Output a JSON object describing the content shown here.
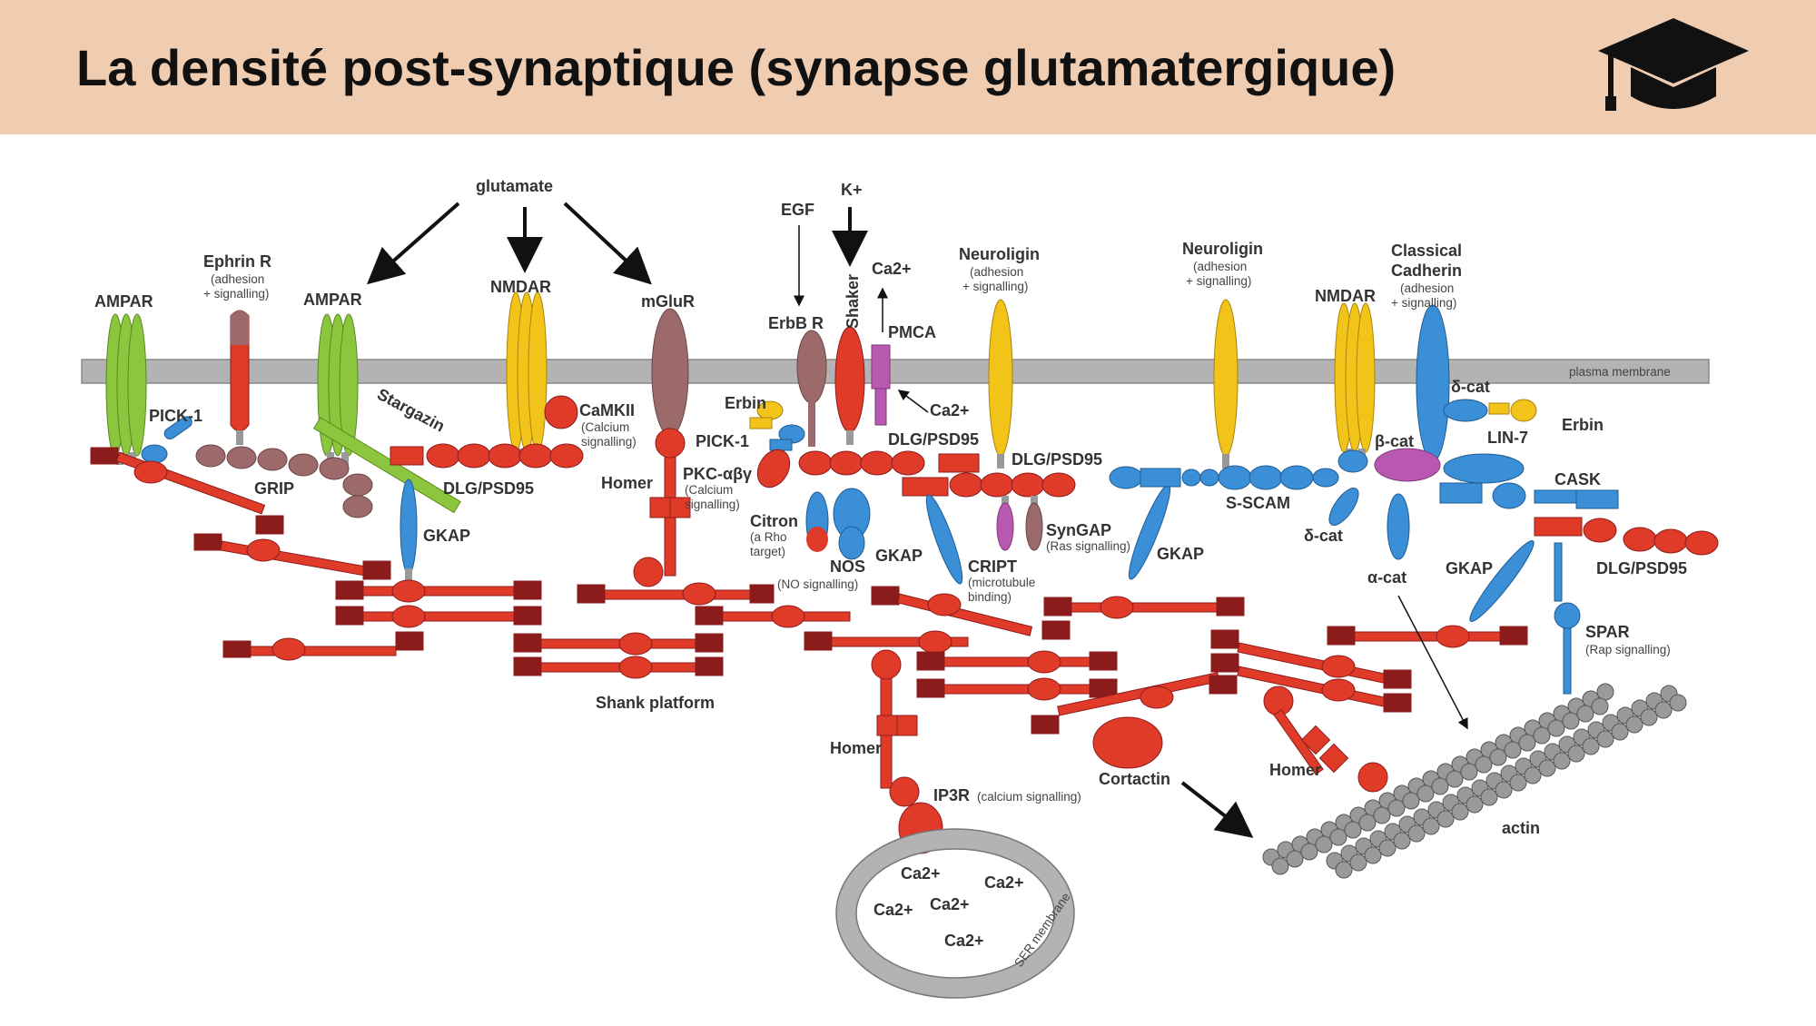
{
  "slide": {
    "title": "La densité post-synaptique (synapse glutamatergique)"
  },
  "icons": {
    "header_icon": "graduation-cap-icon"
  },
  "colors": {
    "header_bg": "#f0ccb1",
    "scaffold_red": "#e03a28",
    "dark_red": "#8c1c1c",
    "green": "#8cc63f",
    "yellow": "#f2c318",
    "blue": "#3a8fd6",
    "mauve": "#9c6a6a",
    "membrane_gray": "#b3b3b3",
    "actin_gray": "#9a9a9a"
  },
  "diagram": {
    "labels": {
      "glutamate": "glutamate",
      "ampar_1": "AMPAR",
      "ephrin_r": "Ephrin R",
      "ephrin_sub": "(adhesion",
      "ephrin_sub2": "+ signalling)",
      "ampar_2": "AMPAR",
      "nmdar_1": "NMDAR",
      "mglur": "mGluR",
      "egf": "EGF",
      "k_plus": "K+",
      "erbb_r": "ErbB R",
      "shaker": "Shaker",
      "ca_out": "Ca2+",
      "pmca": "PMCA",
      "neuroligin_1": "Neuroligin",
      "neuroligin_1_sub": "(adhesion",
      "neuroligin_1_sub2": "+ signalling)",
      "neuroligin_2": "Neuroligin",
      "neuroligin_2_sub": "(adhesion",
      "neuroligin_2_sub2": "+ signalling)",
      "nmdar_2": "NMDAR",
      "classical_cadherin": "Classical",
      "classical_cadherin_2": "Cadherin",
      "cadherin_sub": "(adhesion",
      "cadherin_sub2": "+ signalling)",
      "plasma_membrane": "plasma membrane",
      "pick1_left": "PICK-1",
      "stargazin": "Stargazin",
      "camkii": "CaMKII",
      "camkii_sub": "(Calcium",
      "camkii_sub2": "signalling)",
      "grip": "GRIP",
      "dlg_psd95_1": "DLG/PSD95",
      "homer_1": "Homer",
      "erbin_1": "Erbin",
      "pick1_right": "PICK-1",
      "pkc": "PKC-αβγ",
      "pkc_sub": "(Calcium",
      "pkc_sub2": "signalling)",
      "ca_in": "Ca2+",
      "dlg_psd95_2": "DLG/PSD95",
      "dlg_psd95_3": "DLG/PSD95",
      "citron": "Citron",
      "citron_sub": "(a Rho",
      "citron_sub2": "target)",
      "nos": "NOS",
      "nos_sub": "(NO signalling)",
      "gkap_1": "GKAP",
      "gkap_2": "GKAP",
      "cript": "CRIPT",
      "cript_sub": "(microtubule",
      "cript_sub2": "binding)",
      "syngap": "SynGAP",
      "syngap_sub": "(Ras signalling)",
      "gkap_3": "GKAP",
      "s_scam": "S-SCAM",
      "delta_cat_1": "δ-cat",
      "delta_cat_2": "δ-cat",
      "erbin_2": "Erbin",
      "beta_cat": "β-cat",
      "lin7": "LIN-7",
      "cask": "CASK",
      "alpha_cat": "α-cat",
      "gkap_4": "GKAP",
      "dlg_psd95_4": "DLG/PSD95",
      "spar": "SPAR",
      "spar_sub": "(Rap signalling)",
      "shank_platform": "Shank platform",
      "homer_2": "Homer",
      "ip3r": "IP3R",
      "ip3r_sub": "(calcium signalling)",
      "cortactin": "Cortactin",
      "homer_3": "Homer",
      "actin": "actin",
      "ser_membrane": "SER membrane",
      "ca_ser_1": "Ca2+",
      "ca_ser_2": "Ca2+",
      "ca_ser_3": "Ca2+",
      "ca_ser_4": "Ca2+",
      "ca_ser_5": "Ca2+"
    }
  }
}
